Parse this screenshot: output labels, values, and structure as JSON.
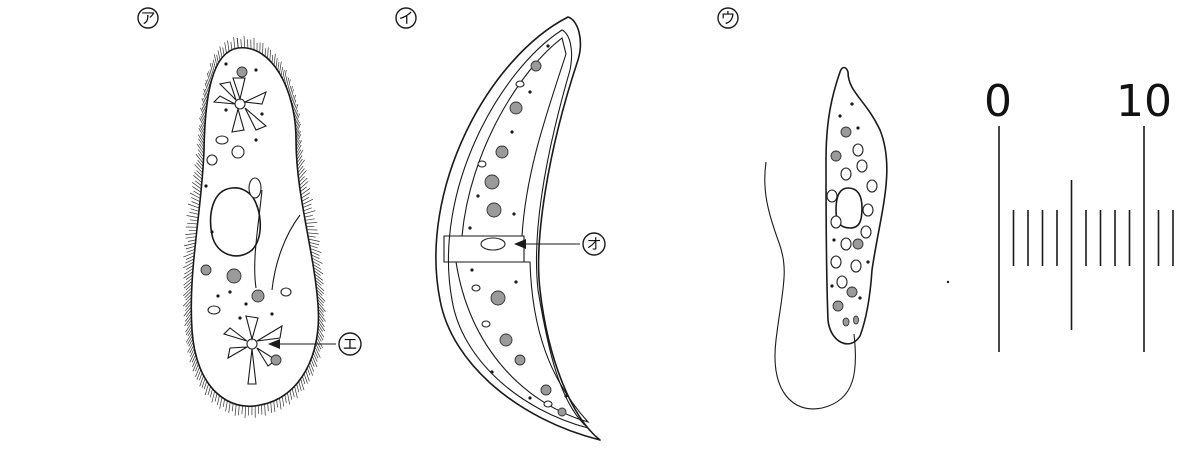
{
  "labels": {
    "a": "ア",
    "i": "イ",
    "u": "ウ",
    "e": "エ",
    "o": "オ"
  },
  "scale": {
    "left_value": "0",
    "right_value": "10"
  }
}
